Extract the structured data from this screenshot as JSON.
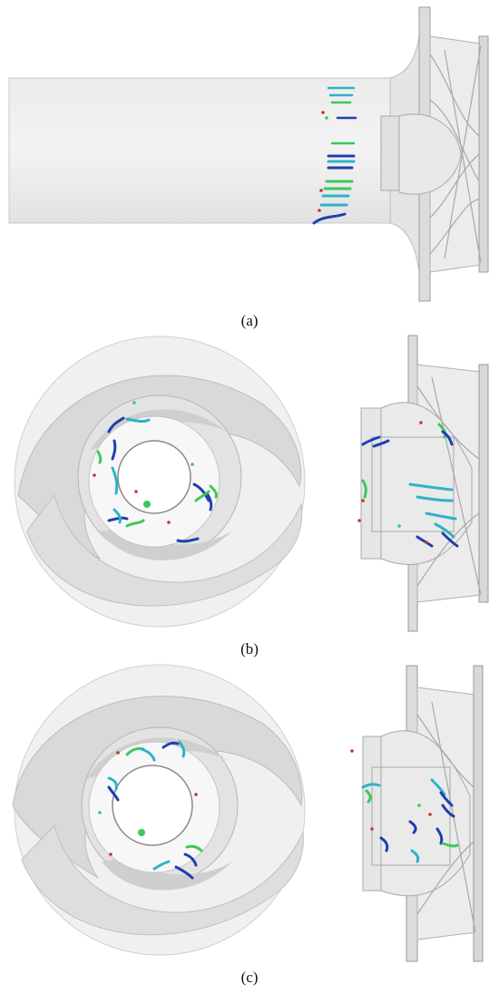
{
  "captions": {
    "a": "(a)",
    "b": "(b)",
    "c": "(c)"
  },
  "colors": {
    "particle_blue": "#1f3fb0",
    "particle_cyan": "#2fb2c8",
    "particle_green": "#3cc85a",
    "particle_red": "#c0392b",
    "geometry_fill": "#e6e6e6",
    "geometry_edge": "#b8b8b8"
  }
}
